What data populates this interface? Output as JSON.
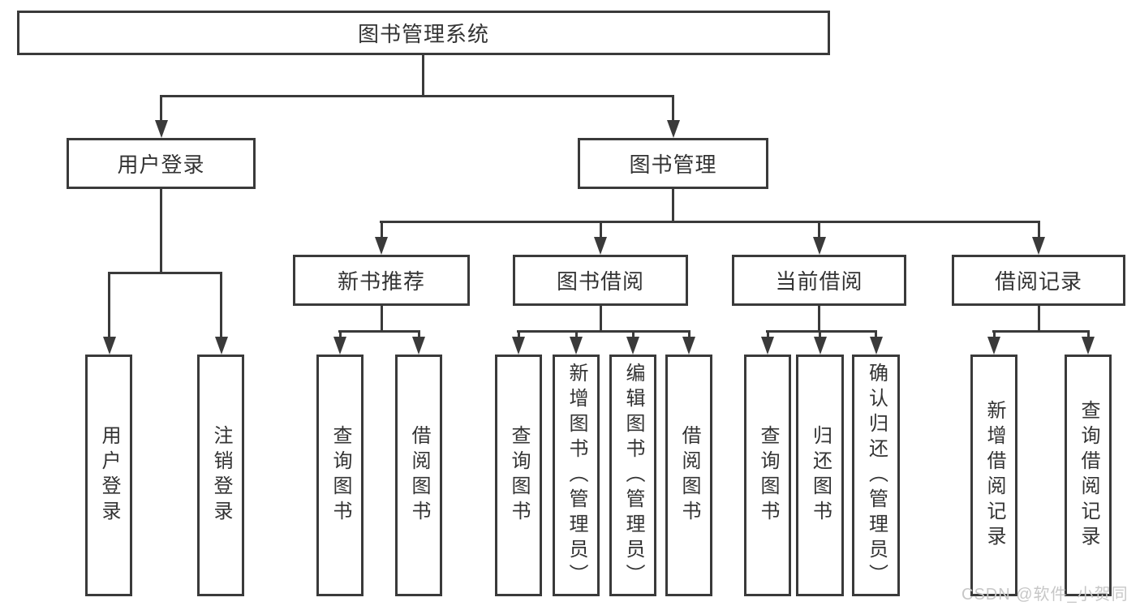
{
  "tree": {
    "root": {
      "label": "图书管理系统",
      "children": [
        {
          "label": "用户登录",
          "children": [
            {
              "label": "用户登录"
            },
            {
              "label": "注销登录"
            }
          ]
        },
        {
          "label": "图书管理",
          "children": [
            {
              "label": "新书推荐",
              "children": [
                {
                  "label": "查询图书"
                },
                {
                  "label": "借阅图书"
                }
              ]
            },
            {
              "label": "图书借阅",
              "children": [
                {
                  "label": "查询图书"
                },
                {
                  "label": "新增图书（管理员）"
                },
                {
                  "label": "编辑图书（管理员）"
                },
                {
                  "label": "借阅图书"
                }
              ]
            },
            {
              "label": "当前借阅",
              "children": [
                {
                  "label": "查询图书"
                },
                {
                  "label": "归还图书"
                },
                {
                  "label": "确认归还（管理员）"
                }
              ]
            },
            {
              "label": "借阅记录",
              "children": [
                {
                  "label": "新增借阅记录"
                },
                {
                  "label": "查询借阅记录"
                }
              ]
            }
          ]
        }
      ]
    }
  },
  "watermark": "CSDN @软件_小贺同学",
  "colors": {
    "line": "#3A3A3A",
    "text": "#333333",
    "watermark": "#C7C7C7",
    "background": "#FFFFFF"
  }
}
